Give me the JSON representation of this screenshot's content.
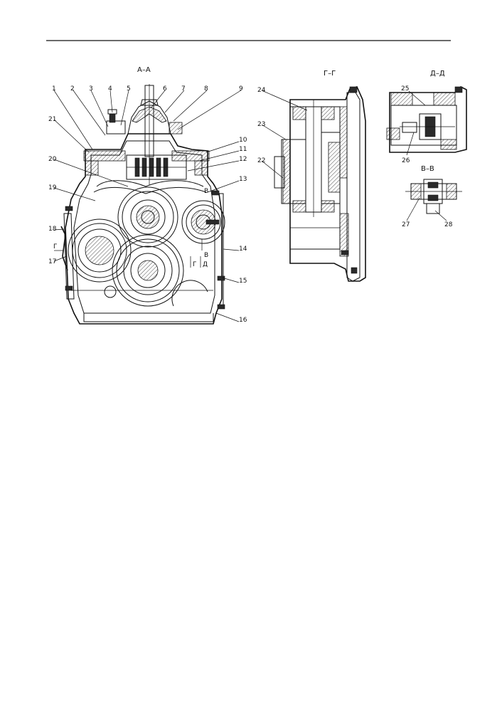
{
  "sections": {
    "aa": "А–А",
    "gg": "Г–Г",
    "dd": "Д–Д",
    "vv": "В–В"
  },
  "view_marks": {
    "g_left": "Г",
    "g_mid": "Г",
    "d_mid": "Д",
    "v_right": "В",
    "v_lower": "В"
  },
  "callouts": [
    "1",
    "2",
    "3",
    "4",
    "5",
    "6",
    "7",
    "8",
    "9",
    "10",
    "11",
    "12",
    "13",
    "14",
    "15",
    "16",
    "17",
    "18",
    "19",
    "20",
    "21",
    "22",
    "23",
    "24",
    "25",
    "26",
    "27",
    "28"
  ]
}
